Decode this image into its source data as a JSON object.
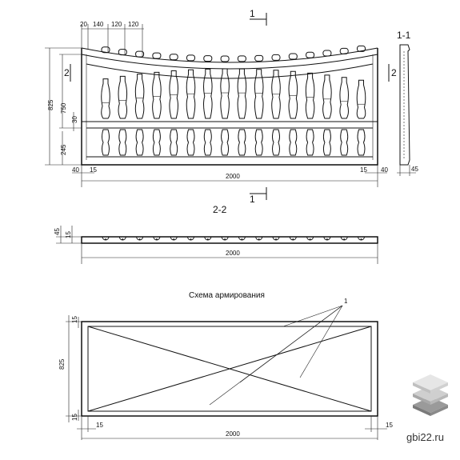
{
  "diagram": {
    "elevation": {
      "width_dim": "2000",
      "height_dim": "825",
      "upper_dim": "750",
      "lower_dim": "245",
      "gap_dim": "30",
      "top_dims": [
        "20",
        "140",
        "120",
        "120"
      ],
      "left_edge_dims": [
        "40",
        "15"
      ],
      "right_edge_dims": [
        "15",
        "40"
      ],
      "section_mark": "1",
      "section_mark_side": "2"
    },
    "side_section": {
      "title": "1-1",
      "thickness_dim": "45"
    },
    "plan_section": {
      "title": "2-2",
      "thickness_dim": "45",
      "edge_dim": "15",
      "width_dim": "2000"
    },
    "reinforcement": {
      "title": "Схема армирования",
      "callout": "1",
      "height_dim": "825",
      "top_edge_dim": "15",
      "bottom_edge_dim": "15",
      "left_edge_dim": "15",
      "right_edge_dim": "15",
      "width_dim": "2000"
    }
  },
  "watermark": {
    "text": "gbi22.ru",
    "icon": "stacked-slabs-icon",
    "colors": [
      "#9a9a9a",
      "#cfcfcf",
      "#e6e6e6"
    ]
  }
}
